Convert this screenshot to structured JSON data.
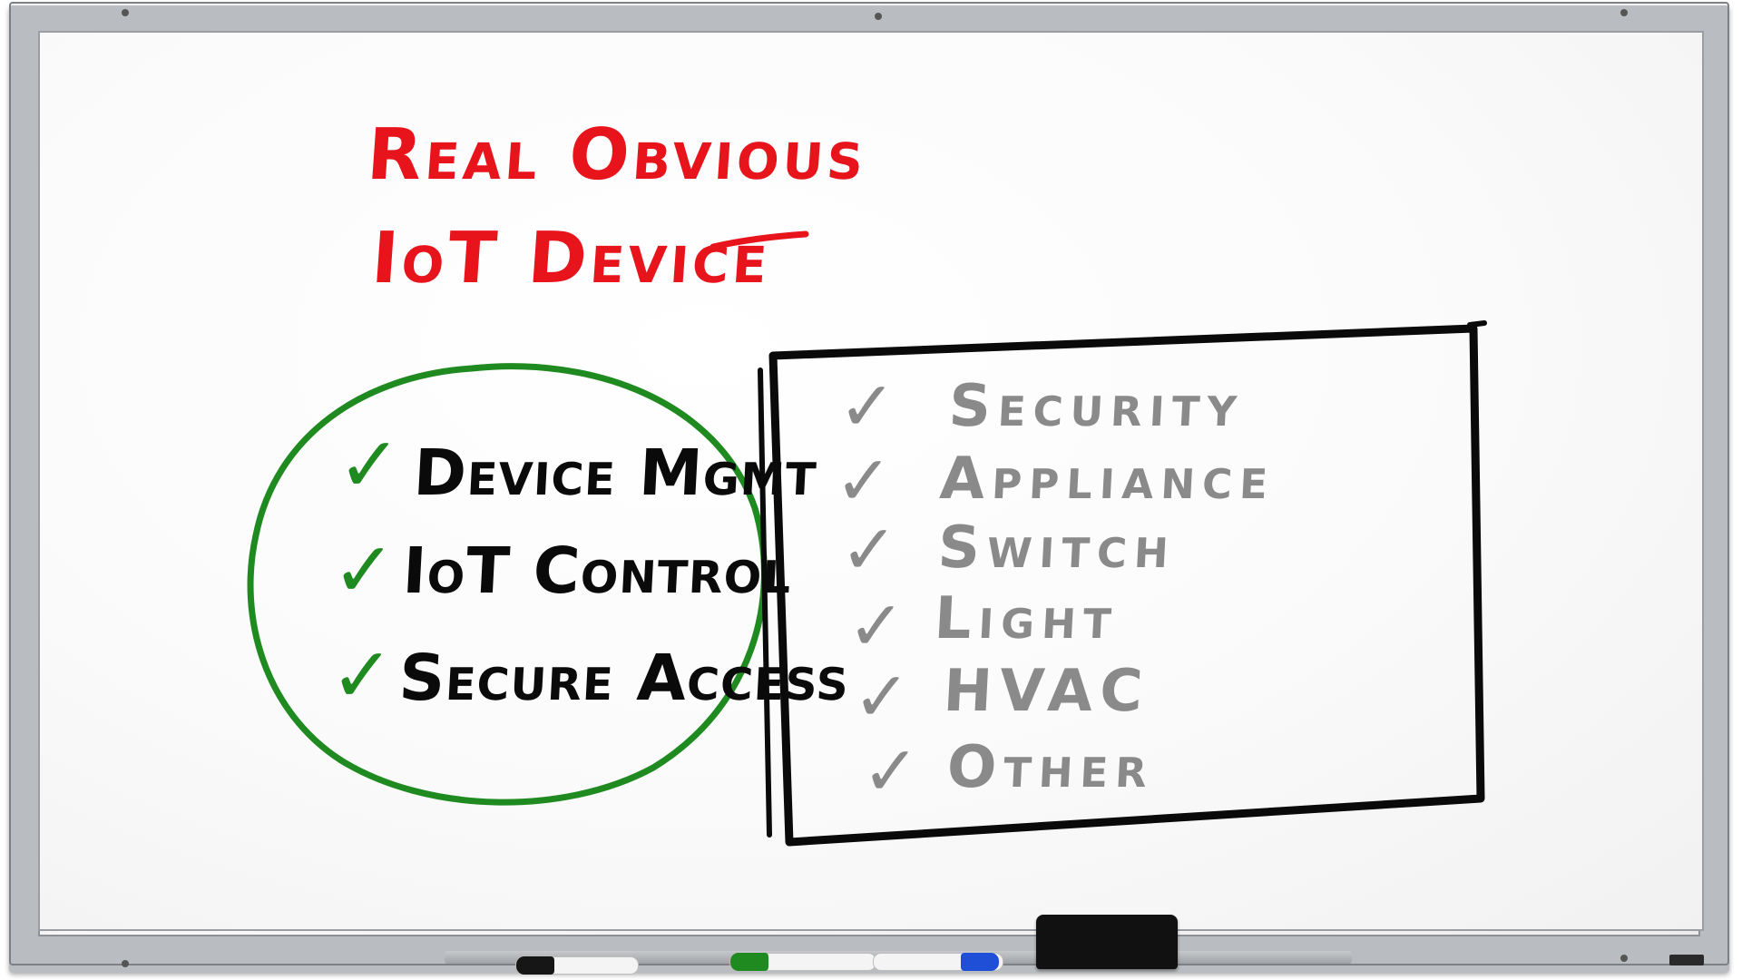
{
  "title": {
    "line1": "Real Obvious",
    "line2": "IoT Device"
  },
  "circle_items": [
    "Device Mgmt",
    "IoT Control",
    "Secure Access"
  ],
  "box_items": [
    "Security",
    "Appliance",
    "Switch",
    "Light",
    "HVAC",
    "Other"
  ],
  "check_glyph": "✓",
  "colors": {
    "title": "#e8141c",
    "circle": "#1f8a1f",
    "circle_checks": "#1f8a1f",
    "circle_text": "#0a0a0a",
    "box": "#0a0a0a",
    "box_items": "#8a8a8a",
    "frame": "#b9bcc0"
  },
  "icons": {
    "eraser": "eraser-icon",
    "markers": [
      "black-marker-icon",
      "green-marker-icon",
      "blue-marker-icon"
    ]
  }
}
